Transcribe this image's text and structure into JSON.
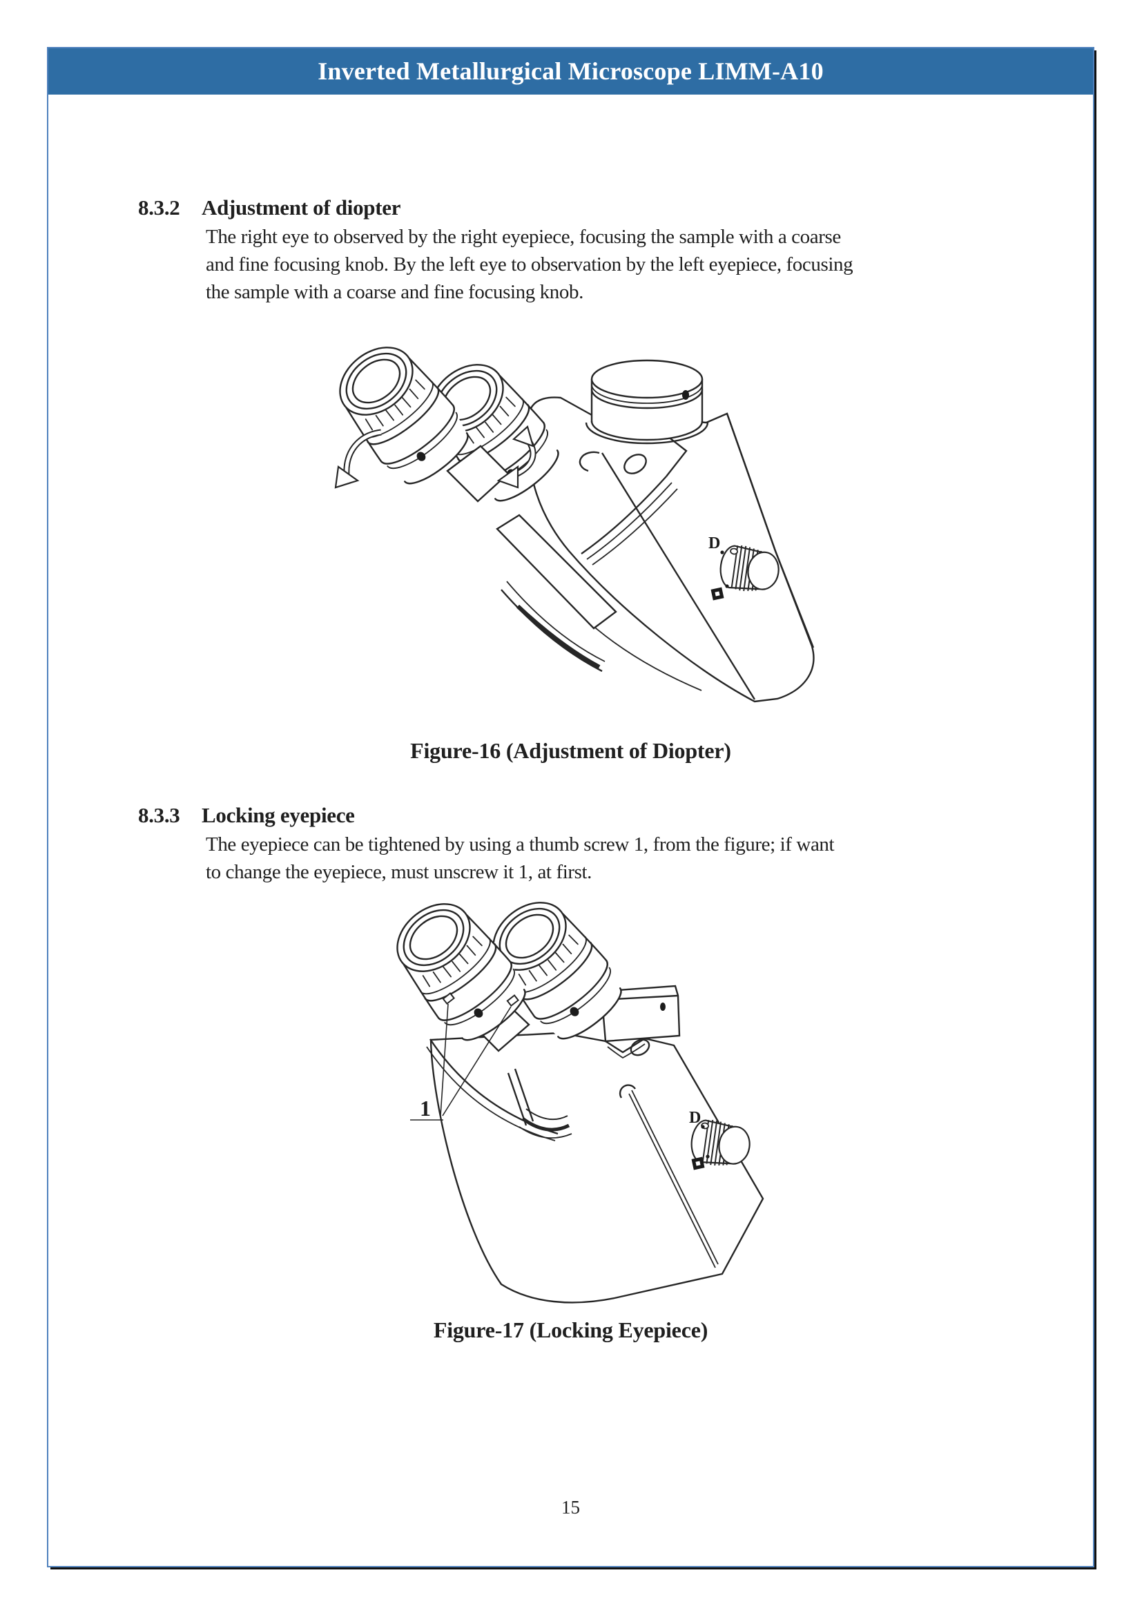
{
  "header": {
    "title": "Inverted Metallurgical Microscope LIMM-A10"
  },
  "sections": {
    "s832": {
      "number": "8.3.2",
      "title": "Adjustment of diopter",
      "body": "The right eye to observed by the right eyepiece, focusing the sample with a coarse\nand fine focusing knob. By the left eye to observation by the left eyepiece, focusing\nthe sample with a coarse and fine focusing knob."
    },
    "s833": {
      "number": "8.3.3",
      "title": "Locking eyepiece",
      "body": "The eyepiece can be tightened by using a thumb screw 1, from the figure; if want\nto change the eyepiece, must unscrew it 1, at first."
    }
  },
  "figures": {
    "fig16": {
      "caption": "Figure-16 (Adjustment of Diopter)",
      "mark_d": "D"
    },
    "fig17": {
      "caption": "Figure-17 (Locking Eyepiece)",
      "mark_d": "D",
      "callout": "1"
    }
  },
  "footer": {
    "page_number": "15"
  },
  "colors": {
    "header_blue": "#2e6da4",
    "frame_blue": "#4f81bd",
    "ink": "#1f1f1f"
  }
}
